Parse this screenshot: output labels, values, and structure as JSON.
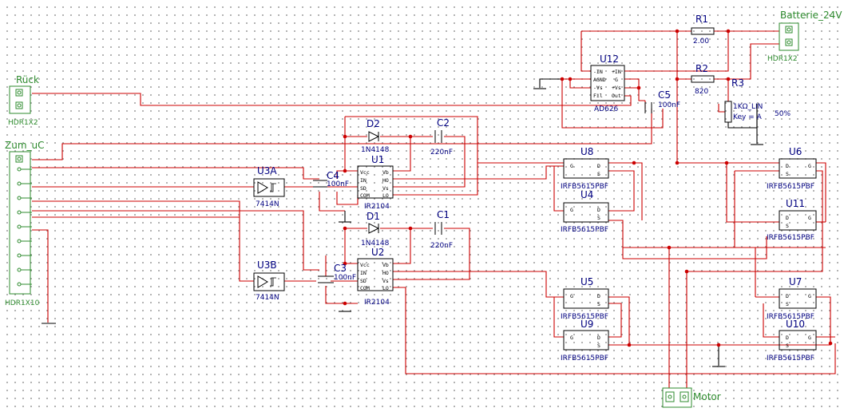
{
  "components": {
    "batterie": {
      "name": "Batterie_24V",
      "footprint": "HDR1X2"
    },
    "rueck": {
      "name": "Rück",
      "footprint": "HDR1X2"
    },
    "zum_uc": {
      "name": "Zum_uC",
      "footprint": "HDR1X10"
    },
    "motor": {
      "name": "Motor"
    },
    "r1": {
      "ref": "R1",
      "value": "2.00"
    },
    "r2": {
      "ref": "R2",
      "value": "820"
    },
    "r3": {
      "ref": "R3",
      "value": "1KΩ_LIN",
      "key": "Key = A",
      "percent": "50%"
    },
    "u12": {
      "ref": "U12",
      "part": "AD626",
      "pins_left": [
        "-IN",
        "AGND",
        "-Vs",
        "Fil"
      ],
      "pins_right": [
        "+IN",
        "G",
        "+Vs",
        "Out"
      ]
    },
    "c5": {
      "ref": "C5",
      "value": "100nF"
    },
    "d2": {
      "ref": "D2",
      "part": "1N4148"
    },
    "d1": {
      "ref": "D1",
      "part": "1N4148"
    },
    "c2": {
      "ref": "C2",
      "value": "220nF"
    },
    "c1": {
      "ref": "C1",
      "value": "220nF"
    },
    "u1": {
      "ref": "U1",
      "part": "IR2104",
      "pins_left": [
        "Vcc",
        "IN",
        "SD",
        "COM"
      ],
      "pins_right": [
        "Vb",
        "HO",
        "Vs",
        "LO"
      ]
    },
    "u2": {
      "ref": "U2",
      "part": "IR2104",
      "pins_left": [
        "Vcc",
        "IN",
        "SD",
        "COM"
      ],
      "pins_right": [
        "Vb",
        "HO",
        "Vs",
        "LO"
      ]
    },
    "c4": {
      "ref": "C4",
      "value": "100nF"
    },
    "c3": {
      "ref": "C3",
      "value": "100nF"
    },
    "u3a": {
      "ref": "U3A",
      "part": "7414N"
    },
    "u3b": {
      "ref": "U3B",
      "part": "7414N"
    },
    "mosfets": [
      {
        "ref": "U8",
        "part": "IRFB5615PBF"
      },
      {
        "ref": "U4",
        "part": "IRFB5615PBF"
      },
      {
        "ref": "U5",
        "part": "IRFB5615PBF"
      },
      {
        "ref": "U9",
        "part": "IRFB5615PBF"
      },
      {
        "ref": "U6",
        "part": "IRFB5615PBF"
      },
      {
        "ref": "U11",
        "part": "IRFB5615PBF"
      },
      {
        "ref": "U7",
        "part": "IRFB5615PBF"
      },
      {
        "ref": "U10",
        "part": "IRFB5615PBF"
      }
    ],
    "mosfet_pins": {
      "g": "G",
      "d": "D",
      "s": "S"
    }
  },
  "colors": {
    "wire": "#cc0000",
    "ground": "#000000",
    "connector": "#2e8b2e",
    "label": "#000080"
  }
}
